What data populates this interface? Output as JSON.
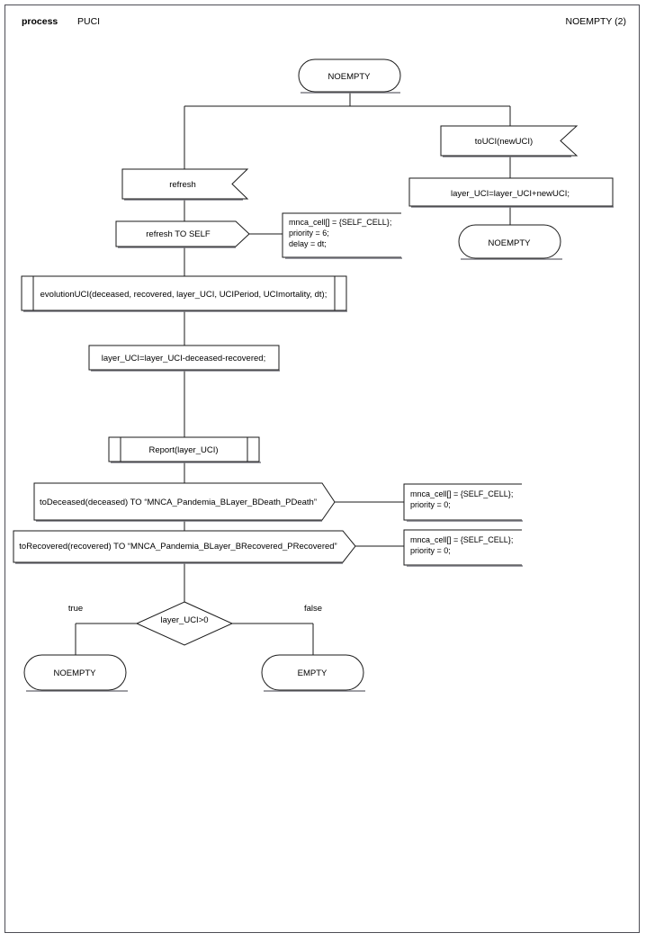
{
  "header": {
    "kind_label": "process",
    "process_name": "PUCI",
    "page_label": "NOEMPTY (2)"
  },
  "diagram": {
    "type": "sdl-process-flowchart",
    "start_state": "NOEMPTY",
    "nodes": {
      "state_start": "NOEMPTY",
      "input_refresh": "refresh",
      "output_refresh_self": "refresh TO SELF",
      "comment_refresh": [
        "mnca_cell[] = {SELF_CELL};",
        "priority = 6;",
        "delay = dt;"
      ],
      "procedure_evolution": "evolutionUCI(deceased, recovered, layer_UCI, UCIPeriod, UCImortality, dt);",
      "task_subtract": "layer_UCI=layer_UCI-deceased-recovered;",
      "procedure_report": "Report(layer_UCI)",
      "output_deceased": "toDeceased(deceased) TO “MNCA_Pandemia_BLayer_BDeath_PDeath”",
      "comment_deceased": [
        "mnca_cell[] = {SELF_CELL};",
        "priority = 0;"
      ],
      "output_recovered": "toRecovered(recovered) TO “MNCA_Pandemia_BLayer_BRecovered_PRecovered”",
      "comment_recovered": [
        "mnca_cell[] = {SELF_CELL};",
        "priority = 0;"
      ],
      "decision_condition": "layer_UCI>0",
      "branch_true_label": "true",
      "branch_false_label": "false",
      "state_true": "NOEMPTY",
      "state_false": "EMPTY",
      "input_touci": "toUCI(newUCI)",
      "task_add": "layer_UCI=layer_UCI+newUCI;",
      "state_touci_end": "NOEMPTY"
    },
    "colors": {
      "stroke": "#1a1a1a",
      "shadow": "#7e7e86",
      "background": "#ffffff",
      "frame": "#4d4d55"
    }
  }
}
